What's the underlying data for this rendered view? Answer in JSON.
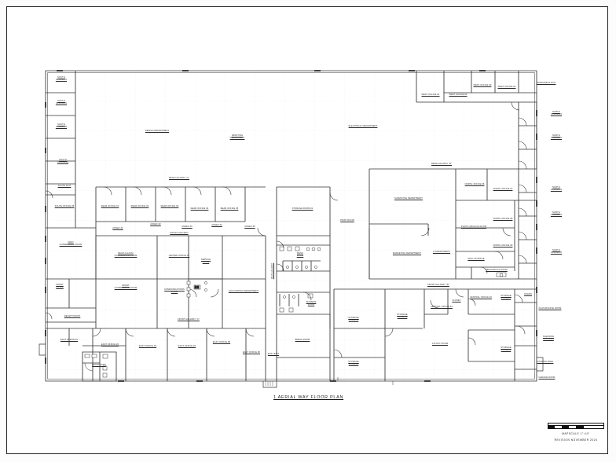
{
  "sheet": {
    "title": "1 AERIAL WAY FLOOR PLAN",
    "scale_label": "MAPSCALE   1\"=10'",
    "revision_label": "REVISION NOVEMBER 2024",
    "border_color": "#222222",
    "line_color": "#333333",
    "grid_color": "#d8d8d8",
    "text_color": "#2a2a2a"
  },
  "rooms": {
    "south_office_1": "SOUTH\nOFFICE #1",
    "south_office_2": "SOUTH\nOFFICE #2",
    "south_office_3": "SOUTH\nOFFICE #3",
    "south_office_4": "SOUTH\nOFFICE #4",
    "south_exit": "SOUTH EXIT",
    "south_office_5": "SOUTH OFFICE #5",
    "main_conference_room": "MAIN\nCONFERENCE ROOM",
    "front_foyer": "FRONT\nFOYER",
    "receptionist": "RECEPTIONIST",
    "design_department": "DESIGN   DEPARTMENT",
    "drafting_department": "DRAFTING\nDEPARTMENT",
    "electrical_department": "ELECTRICAL  DEPARTMENT",
    "rear_hallway_left": "REAR  HALLWAY  \"A\"",
    "rear_hallway_right": "REAR  HALLWAY  \"B\"",
    "cross_hallway": "CROSS HALLWAY",
    "front_hallway_left": "FRONT   HALLWAY   \"A\"",
    "front_hallway_right": "FRONT  HALLWAY  \"B\"",
    "main_hallway": "MAIN HALLWAY",
    "rear_office_1": "REAR OFFICE #1",
    "rear_office_2": "REAR OFFICE #2",
    "rear_office_3": "REAR OFFICE #3",
    "rear_office_4": "REAR OFFICE #4",
    "rear_office_5": "REAR OFFICE #5",
    "annex_1": "ANNEX #1",
    "annex_2": "ANNEX #2",
    "annex_3": "ANNEX #3",
    "annex_4": "ANNEX #4",
    "annex_5": "ANNEX #5",
    "rear_glass_conference_room": "REAR (GLASS)\nCONFERENCE ROOM",
    "front_conference_room": "FRONT\nCONFERENCE ROOM",
    "center_office": "CENTER OFFICE #1",
    "service_room": "SERVICE\nROOM",
    "communications_room": "COMMUNICATIONS\nROOM",
    "accounting_department": "ACCOUNTING DEPARTMENT",
    "storage_room_1": "STORAGE ROOM #1",
    "print_room": "PRINT ROOM",
    "mens_room": "MENS\nROOM",
    "womens_room": "WOMENS\nROOM",
    "break_room": "BREAK  ROOM",
    "east_exit": "EAST EXIT",
    "east_office_1": "EAST OFFICE #1",
    "east_office_2": "EAST OFFICE #2",
    "east_office_3": "EAST OFFICE #3",
    "east_office_4": "EAST OFFICE #4",
    "east_office_5": "EAST OFFICE #5",
    "east_office_6": "EAST OFFICE #6",
    "restrooms": "RESTROOMS",
    "west_office_1": "WEST OFFICE #1",
    "west_office_2": "WEST OFFICE #2",
    "west_office_3": "WEST OFFICE #3",
    "west_office_4": "WEST OFFICE #4",
    "northwest_exit": "NORTHWEST EXIT",
    "north_office_1": "NORTH\nOFFICE #1",
    "north_office_2": "NORTH\nOFFICE #2",
    "north_office_3": "NORTH\nOFFICE #3",
    "north_office_4": "NORTH\nOFFICE #4",
    "north_office_5": "NORTH\nOFFICE #5",
    "north_office_6": "NORTH OFFICE #6",
    "north_office_7": "NORTH OFFICE #7",
    "north_office_8": "NORTH OFFICE #8",
    "north_office_9": "NORTH OFFICE #9",
    "surveying_department": "SURVEYING DEPARTMENT",
    "marketing_department": "MARKETING DEPARTMENT",
    "it_department": "IT DEPARTMENT",
    "photo_archive_room": "PHOTO ARCHIVE ROOM",
    "misc_storage": "MISC STORAGE",
    "mechanical_room": "MECHANICAL ROOM",
    "central_office_1": "CENTRAL OFFICE #1",
    "central_office_2": "CENTRAL OFFICE #2",
    "closet": "CLOSET",
    "layout_room": "LAYOUT ROOM",
    "storage_room_2": "STORAGE\nROOM #2",
    "storage_room_3": "STORAGE\nROOM #3",
    "storage_room_4": "STORAGE\nROOM #4",
    "storage_room_5": "STORAGE\nROOM #5",
    "storage_room_6": "STORAGE\nROOM #6",
    "stairs": "STAIRS",
    "film_archive_room": "FILM ARCHIVE ROOM",
    "cleaning_supplies": "CLEANING\nSUPPLIES",
    "loading_area": "LOADING AREA",
    "garage_door": "GARAGE DOOR"
  }
}
